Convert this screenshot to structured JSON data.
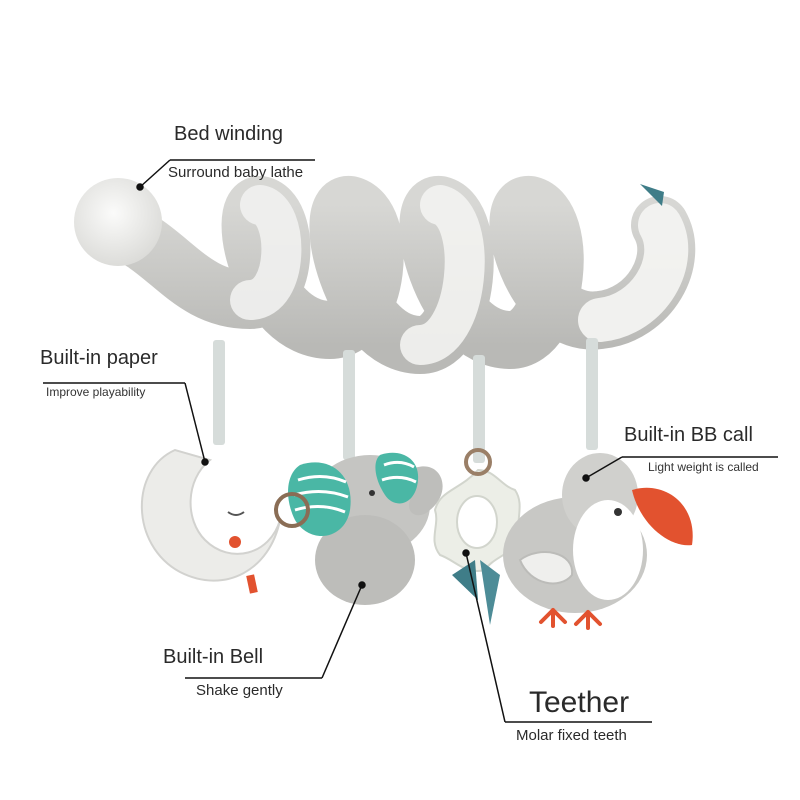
{
  "labels": {
    "bed_winding": {
      "title": "Bed winding",
      "subtitle": "Surround baby lathe"
    },
    "paper": {
      "title": "Built-in paper",
      "subtitle": "Improve playability"
    },
    "bb_call": {
      "title": "Built-in BB call",
      "subtitle": "Light weight is called"
    },
    "bell": {
      "title": "Built-in Bell",
      "subtitle": "Shake gently"
    },
    "teether": {
      "title": "Teether",
      "subtitle": "Molar fixed teeth"
    }
  },
  "colors": {
    "plush_grey": "#c9c9c6",
    "plush_light": "#ececea",
    "accent_teal": "#4ab7a5",
    "accent_orange": "#e2522f",
    "ribbon_blue": "#3f7d88",
    "pointer_line": "#111111"
  }
}
